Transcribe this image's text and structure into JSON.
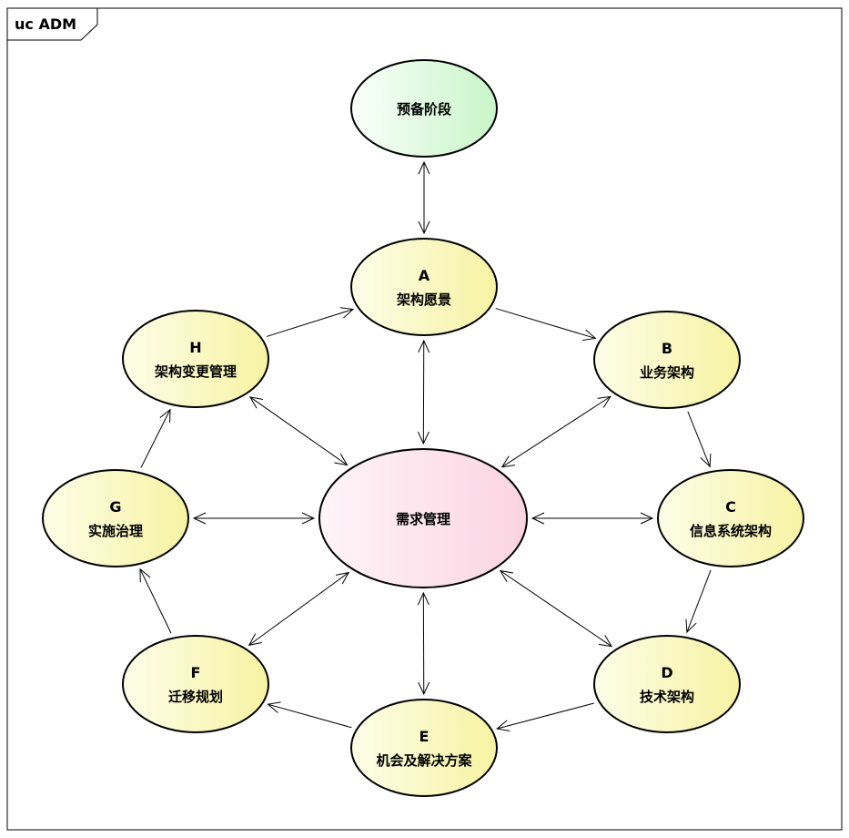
{
  "frame": {
    "title": "uc ADM"
  },
  "nodes": {
    "prelim": {
      "letter": "",
      "label": "预备阶段"
    },
    "a": {
      "letter": "A",
      "label": "架构愿景"
    },
    "b": {
      "letter": "B",
      "label": "业务架构"
    },
    "c": {
      "letter": "C",
      "label": "信息系统架构"
    },
    "d": {
      "letter": "D",
      "label": "技术架构"
    },
    "e": {
      "letter": "E",
      "label": "机会及解决方案"
    },
    "f": {
      "letter": "F",
      "label": "迁移规划"
    },
    "g": {
      "letter": "G",
      "label": "实施治理"
    },
    "h": {
      "letter": "H",
      "label": "架构变更管理"
    },
    "req": {
      "letter": "",
      "label": "需求管理"
    }
  },
  "edges": [
    {
      "from": "prelim",
      "to": "a",
      "bidirectional": true
    },
    {
      "from": "a",
      "to": "b",
      "bidirectional": false
    },
    {
      "from": "b",
      "to": "c",
      "bidirectional": false
    },
    {
      "from": "c",
      "to": "d",
      "bidirectional": false
    },
    {
      "from": "d",
      "to": "e",
      "bidirectional": false
    },
    {
      "from": "e",
      "to": "f",
      "bidirectional": false
    },
    {
      "from": "f",
      "to": "g",
      "bidirectional": false
    },
    {
      "from": "g",
      "to": "h",
      "bidirectional": false
    },
    {
      "from": "h",
      "to": "a",
      "bidirectional": false
    },
    {
      "from": "req",
      "to": "a",
      "bidirectional": true
    },
    {
      "from": "req",
      "to": "b",
      "bidirectional": true
    },
    {
      "from": "req",
      "to": "c",
      "bidirectional": true
    },
    {
      "from": "req",
      "to": "d",
      "bidirectional": true
    },
    {
      "from": "req",
      "to": "e",
      "bidirectional": true
    },
    {
      "from": "req",
      "to": "f",
      "bidirectional": true
    },
    {
      "from": "req",
      "to": "g",
      "bidirectional": true
    },
    {
      "from": "req",
      "to": "h",
      "bidirectional": true
    }
  ],
  "colors": {
    "phase_fill_start": "#fdfde8",
    "phase_fill_end": "#f7f3a3",
    "prelim_fill_start": "#fafffa",
    "prelim_fill_end": "#c8f5c8",
    "req_fill_start": "#fff5f9",
    "req_fill_end": "#fbd3e1",
    "stroke": "#000000"
  }
}
